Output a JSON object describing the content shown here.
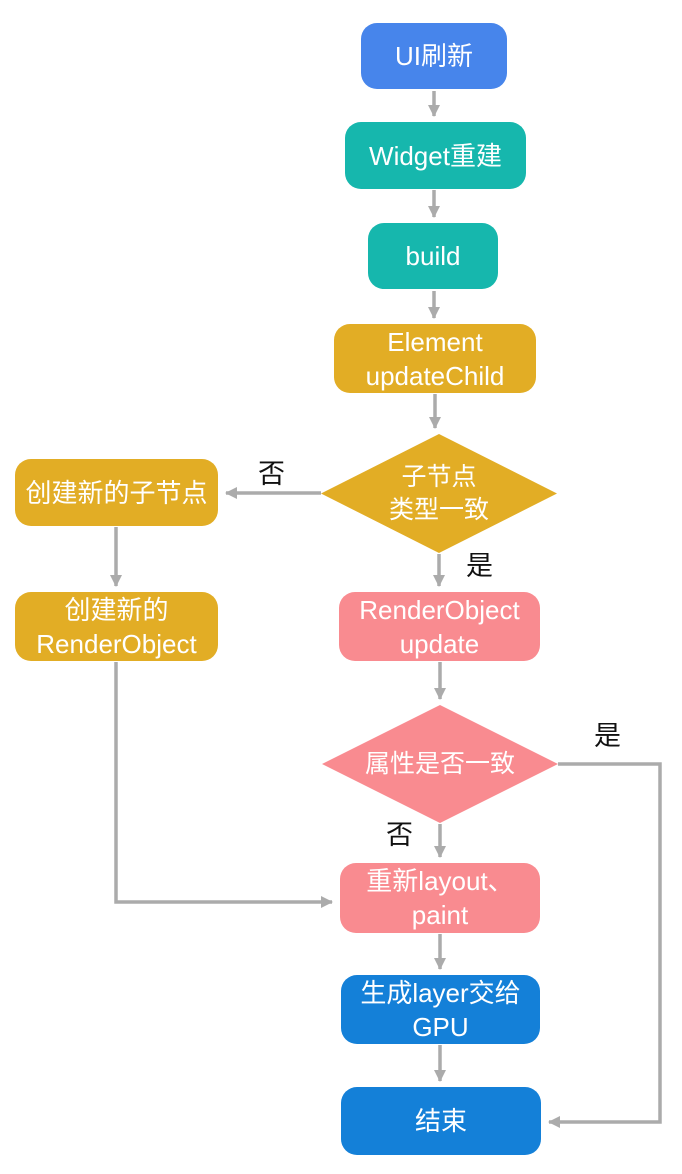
{
  "diagram": {
    "nodes": {
      "ui_refresh": {
        "label": "UI刷新",
        "color": "#4785EB",
        "shape": "rounded-rect"
      },
      "widget_rebuild": {
        "label": "Widget重建",
        "color": "#16B7AD",
        "shape": "rounded-rect"
      },
      "build": {
        "label": "build",
        "color": "#16B7AD",
        "shape": "rounded-rect"
      },
      "element_update_child": {
        "label": "Element\nupdateChild",
        "color": "#E2AD25",
        "shape": "rounded-rect"
      },
      "child_type_consistent": {
        "label": "子节点\n类型一致",
        "color": "#E2AD25",
        "shape": "diamond"
      },
      "create_new_child": {
        "label": "创建新的子节点",
        "color": "#E2AD25",
        "shape": "rounded-rect"
      },
      "create_new_renderobject": {
        "label": "创建新的\nRenderObject",
        "color": "#E2AD25",
        "shape": "rounded-rect"
      },
      "renderobject_update": {
        "label": "RenderObject\nupdate",
        "color": "#F98B90",
        "shape": "rounded-rect"
      },
      "props_consistent": {
        "label": "属性是否一致",
        "color": "#F98B90",
        "shape": "diamond"
      },
      "relayout_paint": {
        "label": "重新layout、\npaint",
        "color": "#F98B90",
        "shape": "rounded-rect"
      },
      "generate_layer_gpu": {
        "label": "生成layer交给\nGPU",
        "color": "#1480D8",
        "shape": "rounded-rect"
      },
      "end": {
        "label": "结束",
        "color": "#1480D8",
        "shape": "rounded-rect"
      }
    },
    "edge_labels": {
      "child_type_no": "否",
      "child_type_yes": "是",
      "props_yes": "是",
      "props_no": "否"
    },
    "colors": {
      "arrow": "#ABABAB",
      "node_text": "#FFFFFF",
      "label_text": "#111111",
      "background": "#FFFFFF"
    }
  }
}
